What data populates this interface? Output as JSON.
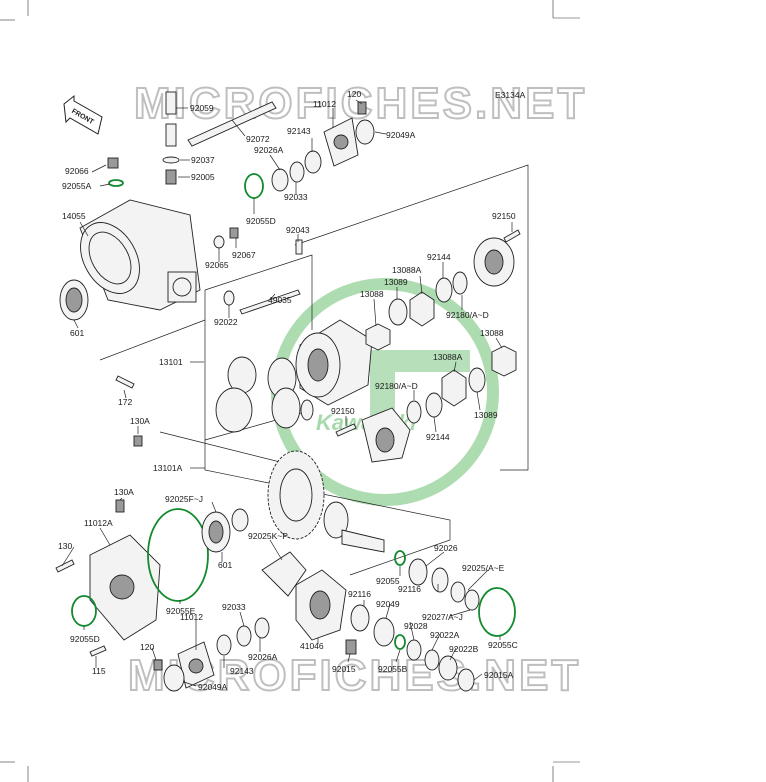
{
  "diagram": {
    "code": "E3134A",
    "front_label": "FRONT",
    "watermark_text": "MICROFICHES.NET",
    "logo_text": "Kawasaki",
    "colors": {
      "oring": "#128a2e",
      "watermark": "#bfbfbf",
      "logo": "#9fd6a3",
      "ink": "#1a1a1a"
    },
    "labels": {
      "p92059": "92059",
      "p92072": "92072",
      "p11012_top": "11012",
      "p120_top": "120",
      "p92143_top": "92143",
      "p92049A_top": "92049A",
      "p92037": "92037",
      "p92026A_top": "92026A",
      "p92066": "92066",
      "p92005": "92005",
      "p92055A": "92055A",
      "p92033_top": "92033",
      "p14055": "14055",
      "p92055D_top": "92055D",
      "p92043": "92043",
      "p92067": "92067",
      "p92065": "92065",
      "p92150_right": "92150",
      "p92144_top": "92144",
      "p13088A_top": "13088A",
      "p13089_top": "13089",
      "p13088_top": "13088",
      "p49035": "49035",
      "p92022": "92022",
      "p601_left": "601",
      "p92180_top": "92180/A~D",
      "p13088_right": "13088",
      "p13088A_right": "13088A",
      "p13101": "13101",
      "p92180_mid": "92180/A~D",
      "p172": "172",
      "p92150_mid": "92150",
      "p13089_right": "13089",
      "p92144_mid": "92144",
      "p130A_top": "130A",
      "p13101A": "13101A",
      "p130A_mid": "130A",
      "p92025FJ": "92025F~J",
      "p11012A": "11012A",
      "p92025KP": "92025K~P",
      "p130": "130",
      "p601_mid": "601",
      "p92026_right": "92026",
      "p92055_right": "92055",
      "p92025AE": "92025/A~E",
      "p92116_a": "92116",
      "p92116_b": "92116",
      "p92055E": "92055E",
      "p92033_bot": "92033",
      "p92049": "92049",
      "p92027AJ": "92027/A~J",
      "p11012_bot": "11012",
      "p92028": "92028",
      "p92022A": "92022A",
      "p92055D_bot": "92055D",
      "p41046": "41046",
      "p92055C": "92055C",
      "p92022B": "92022B",
      "p92026A_bot": "92026A",
      "p115": "115",
      "p120_bot": "120",
      "p92143_bot": "92143",
      "p92015": "92015",
      "p92055B": "92055B",
      "p92015A": "92015A",
      "p92049A_bot": "92049A"
    }
  }
}
